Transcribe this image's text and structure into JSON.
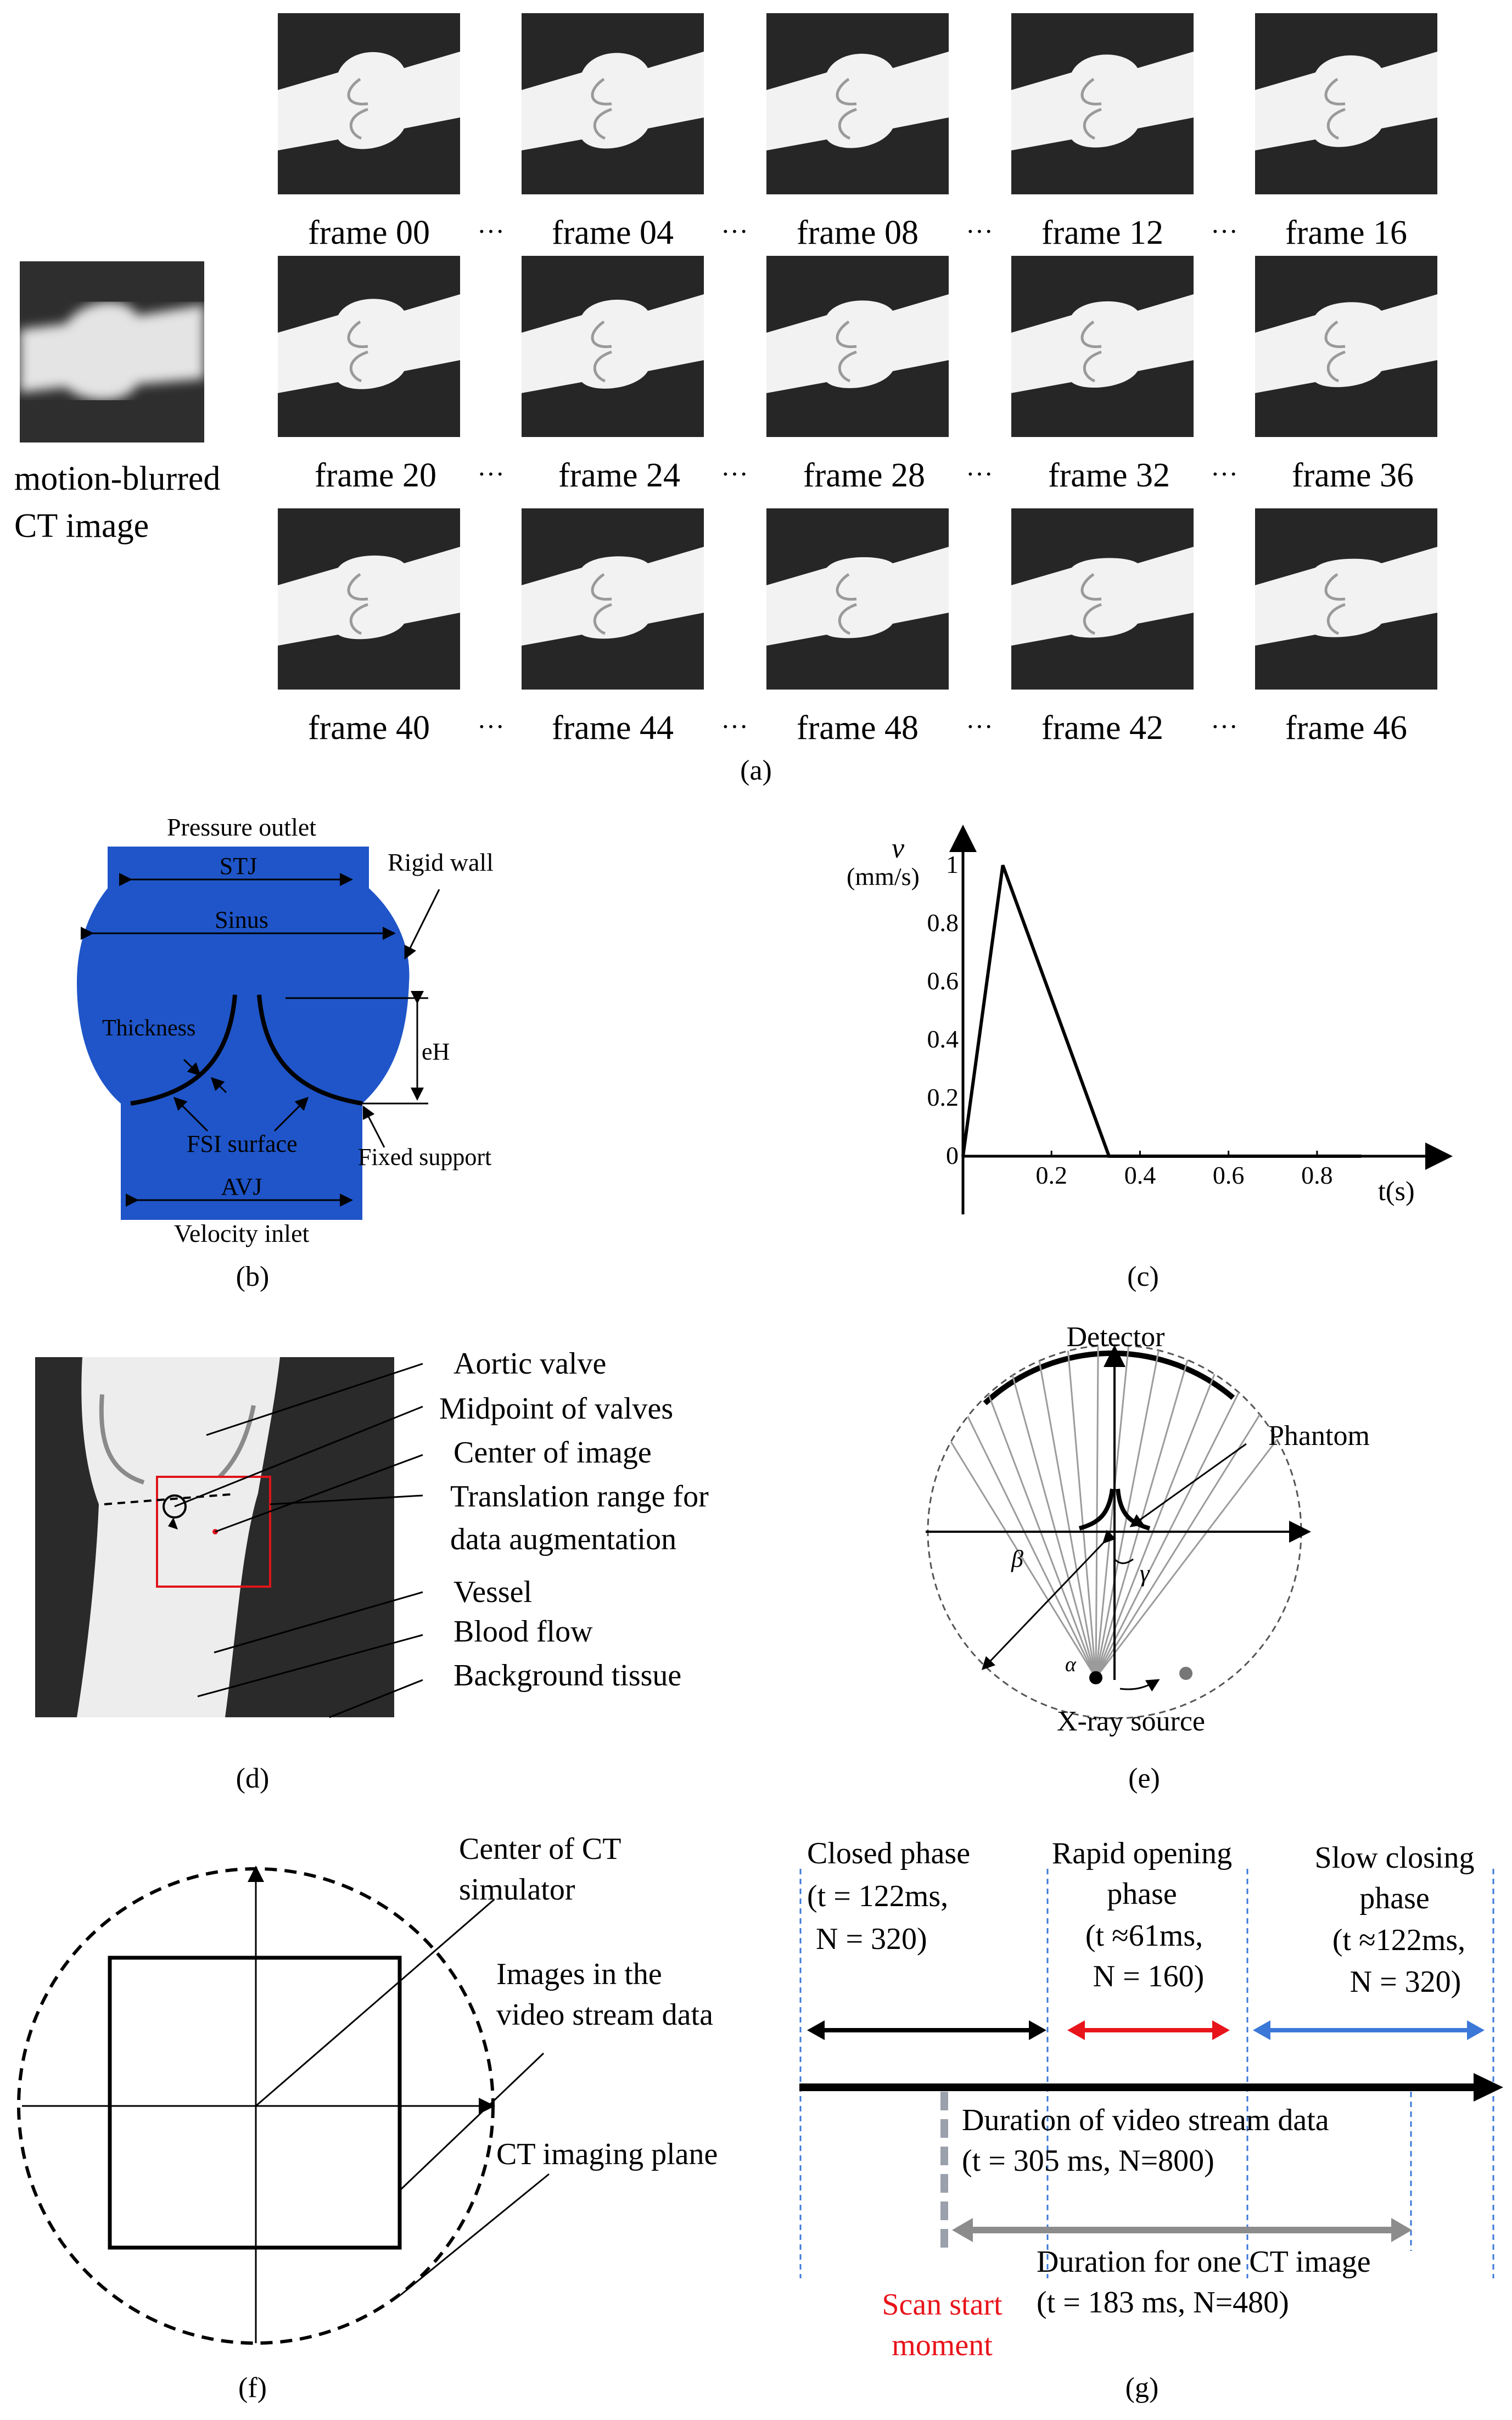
{
  "panel_a": {
    "blurred_label_line1": "motion-blurred",
    "blurred_label_line2": "CT image",
    "row1": [
      "frame 00",
      "frame 04",
      "frame 08",
      "frame 12",
      "frame 16"
    ],
    "row2": [
      "frame 20",
      "frame 24",
      "frame 28",
      "frame 32",
      "frame 36"
    ],
    "row3": [
      "frame 40",
      "frame 44",
      "frame 48",
      "frame 42",
      "frame 46"
    ],
    "ellipsis": "···",
    "caption": "(a)"
  },
  "panel_b": {
    "pressure_outlet": "Pressure outlet",
    "stj": "STJ",
    "rigid_wall": "Rigid wall",
    "sinus": "Sinus",
    "thickness": "Thickness",
    "eh": "eH",
    "fsi_surface": "FSI surface",
    "fixed_support": "Fixed support",
    "avj": "AVJ",
    "velocity_inlet": "Velocity inlet",
    "caption": "(b)",
    "colors": {
      "fluid": "#1f55c8"
    }
  },
  "panel_c": {
    "y_symbol": "v",
    "y_unit": "(mm/s)",
    "x_label": "t(s)",
    "y_ticks": [
      "0",
      "0.2",
      "0.4",
      "0.6",
      "0.8",
      "1"
    ],
    "x_ticks": [
      "0.2",
      "0.4",
      "0.6",
      "0.8"
    ],
    "caption": "(c)"
  },
  "chart_data": {
    "type": "line",
    "xlabel": "t(s)",
    "ylabel": "v (mm/s)",
    "x": [
      0,
      0.09,
      0.33,
      0.35,
      0.9
    ],
    "y": [
      0,
      1,
      0,
      0,
      0
    ],
    "xlim": [
      0,
      1.05
    ],
    "ylim": [
      0,
      1.1
    ],
    "grid": false
  },
  "panel_d": {
    "labels": [
      "Aortic valve",
      "Midpoint of valves",
      "Center of image",
      "Translation range for",
      "data  augmentation",
      "Vessel",
      "Blood flow",
      "Background tissue"
    ],
    "caption": "(d)"
  },
  "panel_e": {
    "detector": "Detector",
    "phantom": "Phantom",
    "beta": "β",
    "gamma": "γ",
    "alpha": "α",
    "xray_source": "X-ray source",
    "caption": "(e)"
  },
  "panel_f": {
    "center_line1": "Center of CT",
    "center_line2": "simulator",
    "images_line1": "Images in the",
    "images_line2": "video stream data",
    "ct_plane": "CT imaging plane",
    "caption": "(f)"
  },
  "panel_g": {
    "closed_title": "Closed phase",
    "closed_t": "(t = 122ms,",
    "closed_n": "N = 320)",
    "rapid_title": "Rapid opening",
    "rapid_title2": "phase",
    "rapid_t": "(t ≈61ms,",
    "rapid_n": "N = 160)",
    "slow_title": "Slow closing",
    "slow_title2": "phase",
    "slow_t": "(t ≈122ms,",
    "slow_n": "N = 320)",
    "video_line1": "Duration of video stream data",
    "video_line2": "(t = 305 ms, N=800)",
    "ct_line1": "Duration for one CT image",
    "ct_line2": "(t = 183 ms, N=480)",
    "scan_line1": "Scan start",
    "scan_line2": "moment",
    "caption": "(g)",
    "colors": {
      "closed": "#000000",
      "rapid": "#e8141b",
      "slow": "#3c78d8",
      "scan": "#e8141b",
      "ct_bar": "#8c8c8c"
    }
  }
}
